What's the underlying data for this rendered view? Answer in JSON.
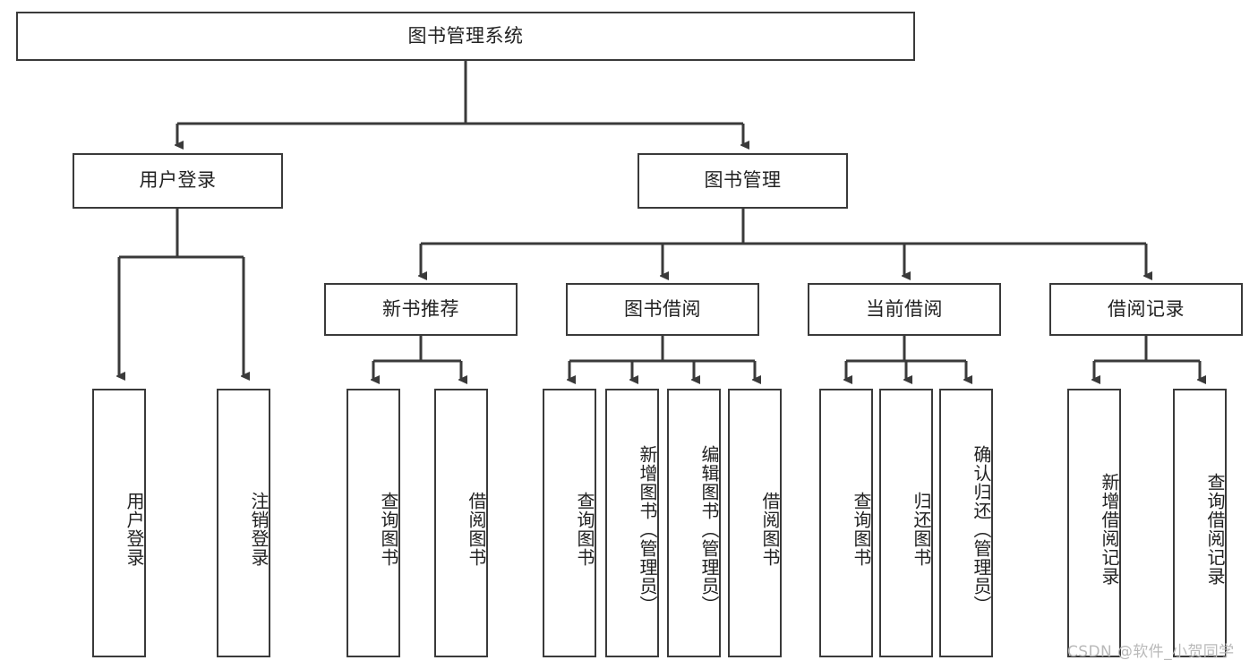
{
  "diagram": {
    "title": "图书管理系统",
    "type": "hierarchy-tree",
    "root": {
      "label": "图书管理系统"
    },
    "level2": [
      {
        "label": "用户登录"
      },
      {
        "label": "图书管理"
      }
    ],
    "level3": [
      {
        "label": "新书推荐"
      },
      {
        "label": "图书借阅"
      },
      {
        "label": "当前借阅"
      },
      {
        "label": "借阅记录"
      }
    ],
    "leaves": {
      "user_login": [
        {
          "label": "用户登录"
        },
        {
          "label": "注销登录"
        }
      ],
      "new_book_recommend": [
        {
          "label": "查询图书"
        },
        {
          "label": "借阅图书"
        }
      ],
      "book_borrow": [
        {
          "label": "查询图书"
        },
        {
          "label": "新增图书（管理员）"
        },
        {
          "label": "编辑图书（管理员）"
        },
        {
          "label": "借阅图书"
        }
      ],
      "current_borrow": [
        {
          "label": "查询图书"
        },
        {
          "label": "归还图书"
        },
        {
          "label": "确认归还（管理员）"
        }
      ],
      "borrow_record": [
        {
          "label": "新增借阅记录"
        },
        {
          "label": "查询借阅记录"
        }
      ]
    }
  },
  "watermark": {
    "text": "CSDN @软件_小贺同学"
  },
  "colors": {
    "stroke": "#3a3a3a",
    "text": "#222222",
    "background": "#ffffff",
    "watermark": "#b9b9b9"
  }
}
